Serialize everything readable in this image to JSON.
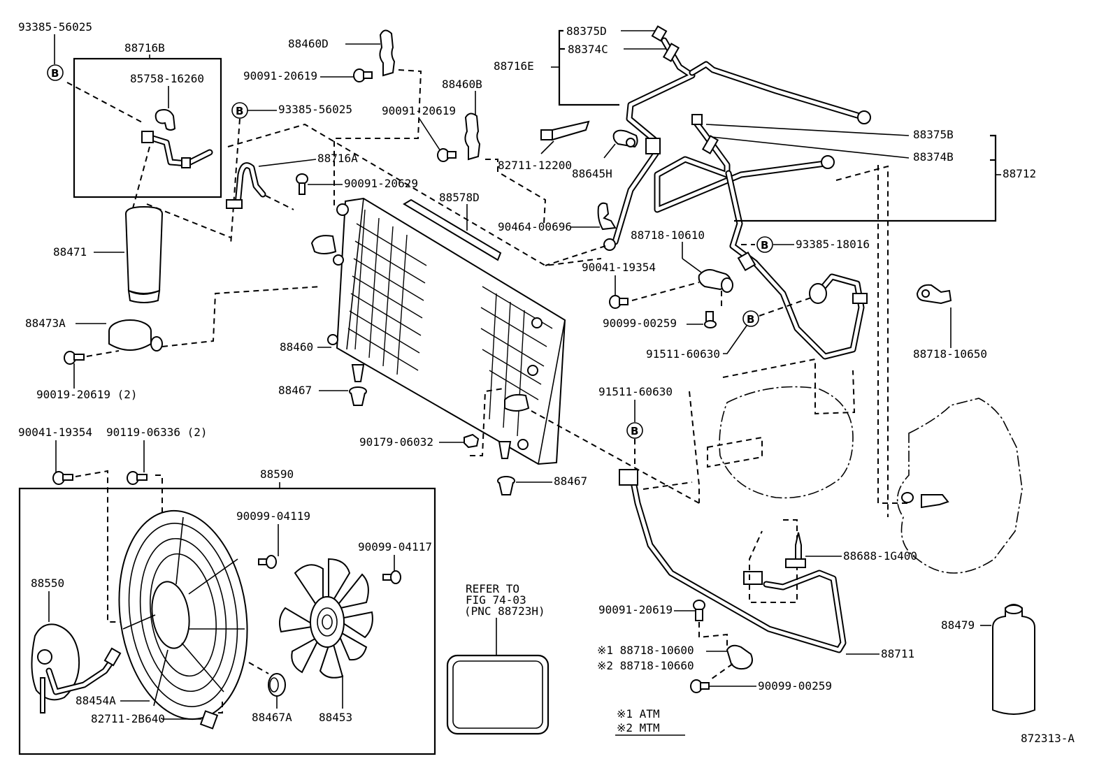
{
  "diagram": {
    "figure_id": "872313-A",
    "bolt_marker": "B",
    "notes": {
      "refer": [
        "REFER TO",
        "FIG 74-03",
        "(PNC 88723H)"
      ],
      "legend": [
        "※1 ATM",
        "※2 MTM"
      ]
    },
    "labels": {
      "p93385_56025_a": "93385-56025",
      "p88716B": "88716B",
      "p85758_16260": "85758-16260",
      "p88460D": "88460D",
      "p90091_20619_a": "90091-20619",
      "p93385_56025_b": "93385-56025",
      "p90091_20619_b": "90091-20619",
      "p88460B": "88460B",
      "p88716A": "88716A",
      "p90091_20629": "90091-20629",
      "p88578D": "88578D",
      "p82711_12200": "82711-12200",
      "p88645H": "88645H",
      "p90464_00696": "90464-00696",
      "p88375D": "88375D",
      "p88374C": "88374C",
      "p88716E": "88716E",
      "p88375B": "88375B",
      "p88374B": "88374B",
      "p88712": "88712",
      "p93385_18016": "93385-18016",
      "p88718_10610": "88718-10610",
      "p90041_19354_a": "90041-19354",
      "p90099_00259_a": "90099-00259",
      "p91511_60630_a": "91511-60630",
      "p88718_10650": "88718-10650",
      "p88471": "88471",
      "p88473A": "88473A",
      "p90019_20619": "90019-20619 (2)",
      "p88460": "88460",
      "p88467_a": "88467",
      "p90179_06032": "90179-06032",
      "p88467_b": "88467",
      "p91511_60630_b": "91511-60630",
      "p90041_19354_b": "90041-19354",
      "p90119_06336": "90119-06336 (2)",
      "p88590": "88590",
      "p90099_04119": "90099-04119",
      "p90099_04117": "90099-04117",
      "p88550": "88550",
      "p88454A": "88454A",
      "p82711_2B640": "82711-2B640",
      "p88467A": "88467A",
      "p88453": "88453",
      "p88688_1G400": "88688-1G400",
      "p90091_20619_c": "90091-20619",
      "p88718_10600": "※1 88718-10600",
      "p88718_10660": "※2 88718-10660",
      "p90099_00259_b": "90099-00259",
      "p88711": "88711",
      "p88479": "88479"
    }
  }
}
